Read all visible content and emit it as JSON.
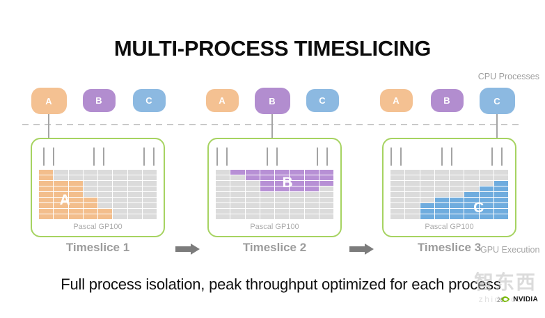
{
  "title": "MULTI-PROCESS TIMESLICING",
  "labels": {
    "cpu_processes": "CPU Processes",
    "gpu_execution": "GPU Execution"
  },
  "process_colors": {
    "A": "#F4C192",
    "B": "#B28DCF",
    "C": "#8CB9E1"
  },
  "cell_colors": {
    "A": "#F3BE8C",
    "B": "#B790D5",
    "C": "#6FACDE"
  },
  "theme": {
    "panel_border": "#A6D361",
    "grid_cell": "#DBDBDB",
    "nvidia_green": "#76B900",
    "dashed_line": "#C9C9C9"
  },
  "panels": [
    {
      "label": "Timeslice 1",
      "chip_label": "Pascal GP100",
      "active_process": "A",
      "processes": [
        {
          "id": "A"
        },
        {
          "id": "B"
        },
        {
          "id": "C"
        }
      ],
      "grid": {
        "rows": 9,
        "cols": 8,
        "letter": "A",
        "blocks": [
          [
            1,
            1,
            1
          ],
          [
            2,
            1,
            1
          ],
          [
            3,
            1,
            3
          ],
          [
            4,
            1,
            3
          ],
          [
            5,
            1,
            3
          ],
          [
            6,
            1,
            4
          ],
          [
            7,
            1,
            4
          ],
          [
            8,
            1,
            5
          ],
          [
            9,
            1,
            5
          ]
        ]
      }
    },
    {
      "label": "Timeslice 2",
      "chip_label": "Pascal GP100",
      "active_process": "B",
      "processes": [
        {
          "id": "A"
        },
        {
          "id": "B"
        },
        {
          "id": "C"
        }
      ],
      "grid": {
        "rows": 9,
        "cols": 8,
        "letter": "B",
        "blocks": [
          [
            1,
            2,
            8
          ],
          [
            2,
            3,
            8
          ],
          [
            3,
            4,
            8
          ],
          [
            4,
            4,
            7
          ]
        ]
      }
    },
    {
      "label": "Timeslice 3",
      "chip_label": "Pascal GP100",
      "active_process": "C",
      "processes": [
        {
          "id": "A"
        },
        {
          "id": "B"
        },
        {
          "id": "C"
        }
      ],
      "grid": {
        "rows": 9,
        "cols": 8,
        "letter": "C",
        "blocks": [
          [
            3,
            8,
            8
          ],
          [
            4,
            7,
            8
          ],
          [
            5,
            6,
            8
          ],
          [
            6,
            4,
            8
          ],
          [
            7,
            3,
            8
          ],
          [
            8,
            3,
            8
          ],
          [
            9,
            3,
            8
          ]
        ]
      }
    }
  ],
  "footer": {
    "message": "Full process isolation, peak throughput optimized for each process",
    "page_number": "20",
    "brand": "NVIDIA"
  },
  "watermark": {
    "cn": "智东西",
    "site": "zhidx.com"
  }
}
